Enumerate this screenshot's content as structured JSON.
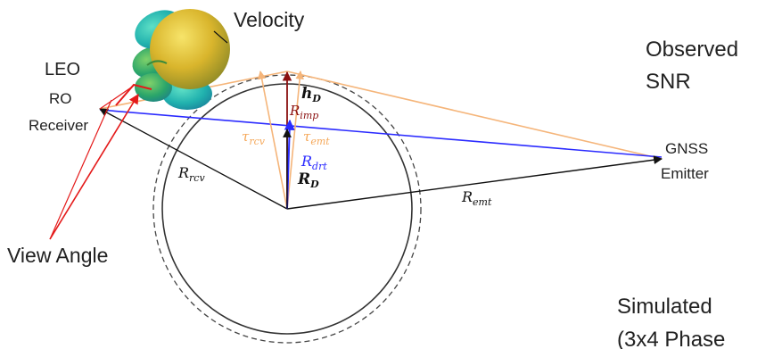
{
  "labels": {
    "velocity": "Velocity",
    "leo": "LEO",
    "ro": "RO",
    "receiver": "Receiver",
    "observed": "Observed",
    "snr": "SNR",
    "gnss": "GNSS",
    "emitter": "Emitter",
    "view_angle": "View Angle",
    "simulated": "Simulated",
    "phase_partial": "(3x4 Phase"
  },
  "math": {
    "h_main": "h",
    "h_sub": "D",
    "r_imp_main": "R",
    "r_imp_sub": "imp",
    "tau_rcv_main": "τ",
    "tau_rcv_sub": "rcv",
    "tau_emt_main": "τ",
    "tau_emt_sub": "emt",
    "r_drt_main": "R",
    "r_drt_sub": "drt",
    "r_d_main": "R",
    "r_d_sub": "D",
    "r_rcv_main": "R",
    "r_rcv_sub": "rcv",
    "r_emt_main": "R",
    "r_emt_sub": "emt"
  },
  "colors": {
    "black": "#111111",
    "blue": "#2b2bff",
    "orange": "#f5b57a",
    "dark_red": "#8b1010",
    "red": "#e41a1a",
    "gray": "#555555",
    "antenna_gold": "#d8b030",
    "antenna_green": "#3aa86a",
    "antenna_teal": "#2bb3b0"
  }
}
